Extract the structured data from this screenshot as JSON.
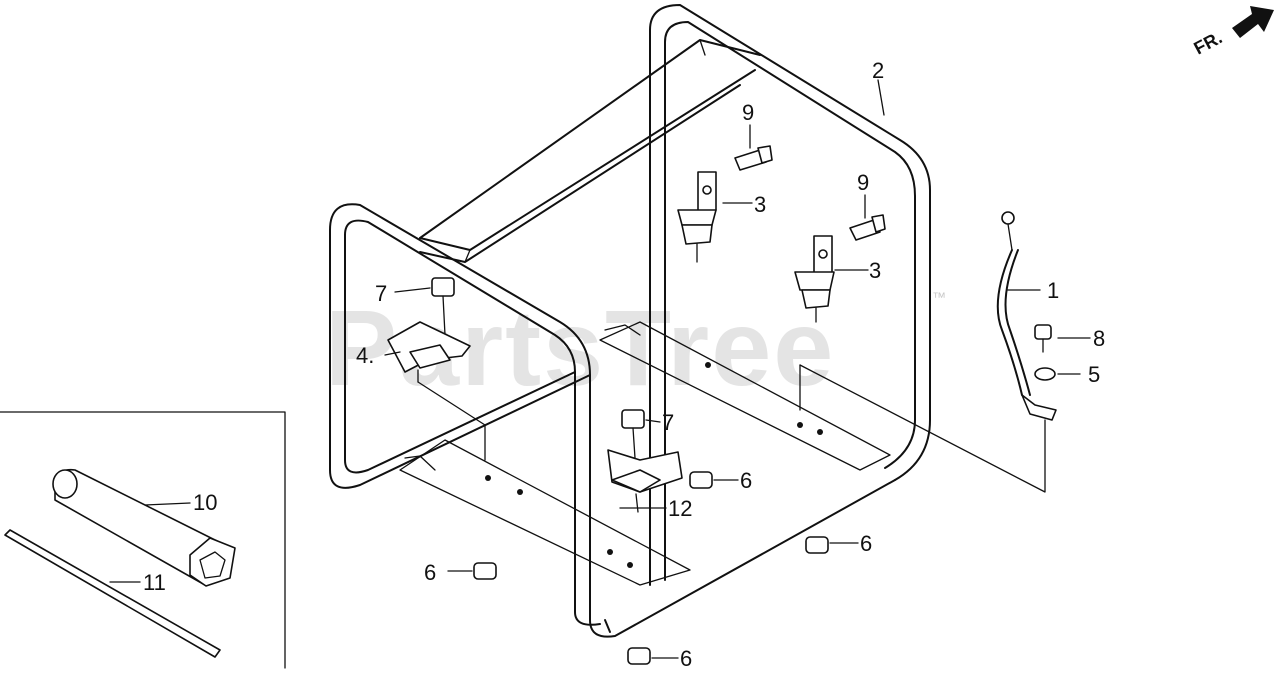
{
  "watermark": {
    "text": "PartsTree",
    "trademark": "™"
  },
  "direction": {
    "label": "FR."
  },
  "callouts": {
    "c1": "1",
    "c2": "2",
    "c3a": "3",
    "c3b": "3",
    "c4": "4.",
    "c5": "5",
    "c6a": "6",
    "c6b": "6",
    "c6c": "6",
    "c6d": "6",
    "c7a": "7",
    "c7b": "7",
    "c8": "8",
    "c9a": "9",
    "c9b": "9",
    "c10": "10",
    "c11": "11",
    "c12": "12"
  }
}
